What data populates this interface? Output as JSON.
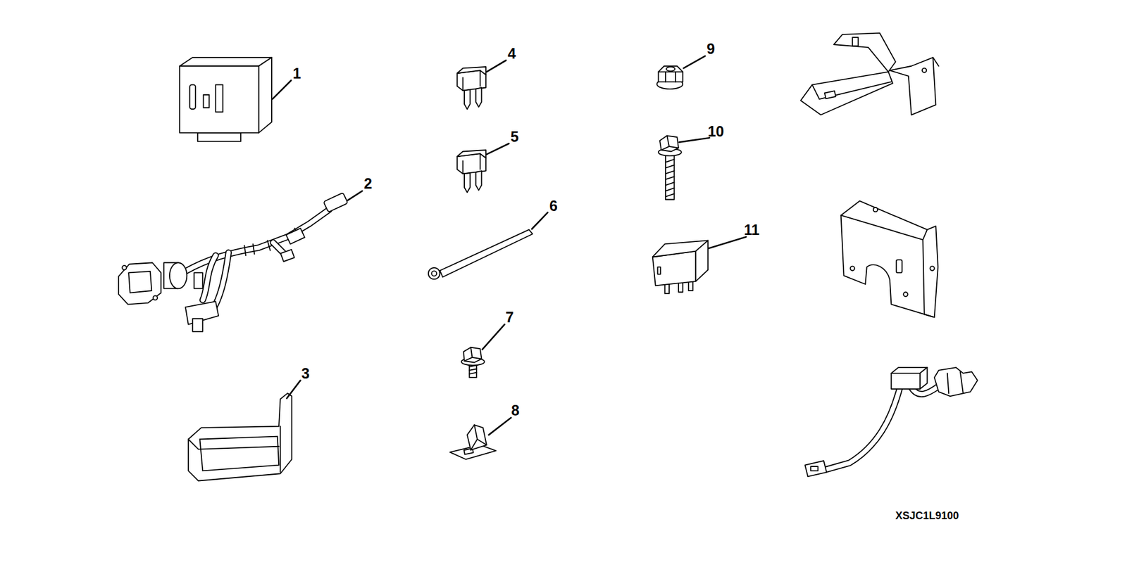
{
  "diagram": {
    "labels": [
      "1",
      "2",
      "3",
      "4",
      "5",
      "6",
      "7",
      "8",
      "9",
      "10",
      "11",
      "XSJC1L9100"
    ]
  }
}
